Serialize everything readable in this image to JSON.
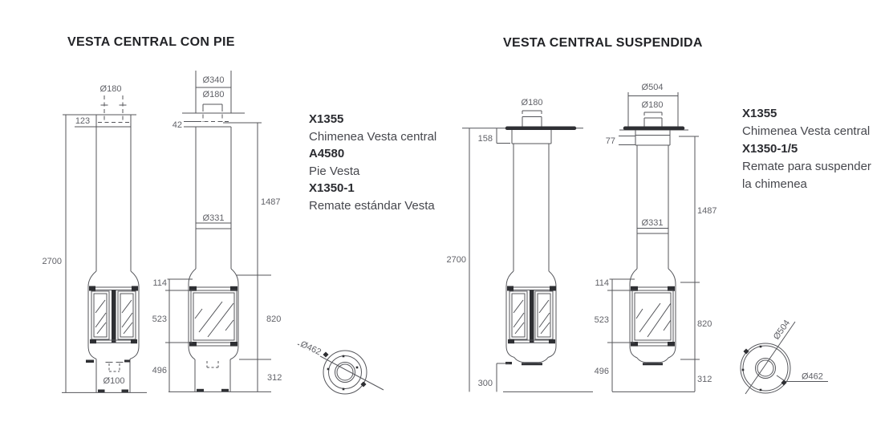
{
  "colors": {
    "line": "#54555a",
    "dark": "#2e2f33",
    "dim_text": "#616268",
    "body_text": "#46474d",
    "title_text": "#232428"
  },
  "left": {
    "title": "VESTA CENTRAL CON PIE",
    "info": [
      {
        "code": "X1355",
        "desc": "Chimenea Vesta central"
      },
      {
        "code": "A4580",
        "desc": "Pie Vesta"
      },
      {
        "code": "X1350-1",
        "desc": "Remate estándar Vesta"
      }
    ],
    "side": {
      "flue_d": "Ø180",
      "cap_h": "123",
      "total_h": "2700",
      "base_d": "Ø100"
    },
    "front": {
      "cap_d": "Ø340",
      "flue_d": "Ø180",
      "cap_step": "42",
      "flue_len": "1487",
      "pipe_d": "Ø331",
      "top_h": "114",
      "glass_h": "523",
      "lower_h": "496",
      "body_h": "820",
      "base_h": "312"
    },
    "top": {
      "body_d": "Ø462"
    }
  },
  "right": {
    "title": "VESTA CENTRAL SUSPENDIDA",
    "info": [
      {
        "code": "X1355",
        "desc": "Chimenea Vesta central"
      },
      {
        "code": "X1350-1/5",
        "desc": "Remate para suspender la chimenea"
      }
    ],
    "side": {
      "flue_d": "Ø180",
      "ceil_h": "158",
      "total_h": "2700",
      "floor_gap": "300"
    },
    "front": {
      "plate_d": "Ø504",
      "flue_d": "Ø180",
      "collar_h": "77",
      "flue_len": "1487",
      "pipe_d": "Ø331",
      "top_h": "114",
      "glass_h": "523",
      "lower_h": "496",
      "body_h": "820",
      "base_h": "312"
    },
    "top": {
      "plate_d": "Ø504",
      "body_d": "Ø462"
    }
  }
}
